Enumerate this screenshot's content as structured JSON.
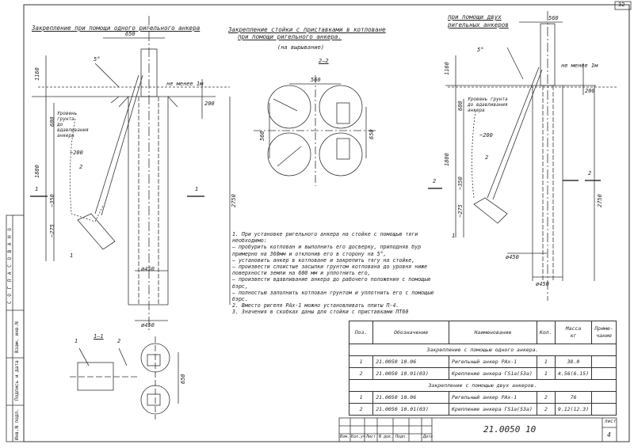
{
  "sheet": {
    "page_number": "32",
    "left_strip": {
      "soglasovano": "С О Г Л А С О В А Н О",
      "vzam_inv": "Взам. инв.N",
      "podpis_data": "Подпись и дата",
      "inv_podl": "Инв.N подл."
    }
  },
  "views": {
    "left": {
      "title": "Закрепление при помощи одного ригельного анкера",
      "dims": {
        "d650": "650",
        "d1160": "1160",
        "d600": "600",
        "d1800": "1800",
        "d350": "~350",
        "d275": "~275",
        "d200": "~200",
        "d2750": "2750",
        "d450": "ø450",
        "d450b": "ø450",
        "angle": "5°",
        "min1m": "не менее 1м",
        "d200b": "200",
        "n1": "1",
        "n2": "2"
      },
      "soil_note": [
        "Уровень грунта",
        "до вдавливания",
        "анкера"
      ],
      "section_mark": "1"
    },
    "middle": {
      "title": [
        "Закрепление стойки с приставками в котловане",
        "при помощи ригельного анкера."
      ],
      "subtitle": "(на вырывание)",
      "section": "2–2",
      "dims": {
        "d560": "560",
        "d560v": "560",
        "d650v": "650"
      }
    },
    "right": {
      "title": [
        "при помощи двух",
        "ригельных анкеров"
      ],
      "dims": {
        "d560": "560",
        "d1160": "1160",
        "d600": "600",
        "d1800": "1800",
        "d350": "~350",
        "d275": "~275",
        "d200": "~200",
        "d2750": "2750",
        "d450": "ø450",
        "d450b": "ø450",
        "angle": "5°",
        "min1m": "не менее 1м",
        "d200b": "200",
        "n1": "1",
        "n2": "2"
      },
      "soil_note": [
        "Уровень грунта",
        "до вдавливания",
        "анкера"
      ],
      "section_mark": "2"
    },
    "section11": {
      "label": "1–1",
      "dims": {
        "d650": "650"
      },
      "n1": "1",
      "n2": "2"
    }
  },
  "notes": [
    "1. При установке ригельного анкера на стойке с помощью тяги",
    "необходимо:",
    " – пробурить котлован и выполнить его досверку, приподняв бур",
    "примерно на 360мм и отклонив его в сторону на 5°,",
    " – установить анкер в котловане и закрепить тягу на стойке,",
    " – произвести слоистые засыпки грунтом котлована до уровня ниже",
    "поверхности земли на 600 мм и уплотнить его,",
    " – произвести вдавливание анкера до рабочего положения с помощью",
    "бэрс,",
    " – полностью заполнить котлован грунтом и уплотнить его с помощью",
    "бэрс.",
    "2. Вместо ригеля РАх-1 можно установливать плиты П-4.",
    "3. Значения в скобках даны для стойки с приставками ПТ60"
  ],
  "spec_table": {
    "headers": [
      "Поз.",
      "Обозначение",
      "Наименование",
      "Кол.",
      "Масса\nкг",
      "Приме-\nчание"
    ],
    "section1": "Закрепление с помощью одного анкера.",
    "rows1": [
      [
        "1",
        "21.0050  10.06",
        "Ригельный анкер РАх-1",
        "1",
        "38.0",
        ""
      ],
      [
        "2",
        "21.0050  10.01(03)",
        "Крепление анкера ГЅ1а(53а)",
        "1",
        "4.56(6.15)",
        ""
      ]
    ],
    "section2": "Закрепление с помощью двух анкеров.",
    "rows2": [
      [
        "1",
        "21.0050  10.06",
        "Ригельный анкер РАх-1",
        "2",
        "76",
        ""
      ],
      [
        "2",
        "21.0050  10.01(03)",
        "Крепление анкера ГЅ1а(53а)",
        "2",
        "9.12(12.3)",
        ""
      ]
    ]
  },
  "stamp": {
    "code": "21.0050  10",
    "sheet_label": "лист",
    "sheet_num": "4",
    "cols": [
      "Изм.",
      "Кол.уч",
      "Лист",
      "N док.",
      "Подп.",
      "Дата"
    ]
  }
}
